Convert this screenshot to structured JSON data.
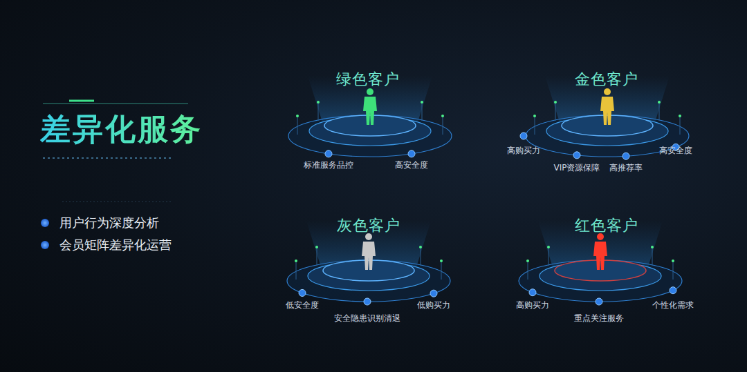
{
  "diagram": {
    "title": "差异化服务",
    "nodes": [
      {
        "text": [
          "绿色客户",
          "标准服务品控",
          "高安全度"
        ]
      },
      {
        "text": [
          "金色客户",
          "高购买力",
          "VIP资源保障",
          "高推荐率",
          "高安全度"
        ]
      },
      {
        "text": [
          "灰色客户",
          "低安全度",
          "安全隐患识别清退",
          "低购买力"
        ]
      },
      {
        "text": [
          "红色客户",
          "高购买力",
          "重点关注服务",
          "个性化需求"
        ]
      }
    ],
    "labels": [
      "用户行为深度分析",
      "会员矩阵差异化运营"
    ]
  }
}
